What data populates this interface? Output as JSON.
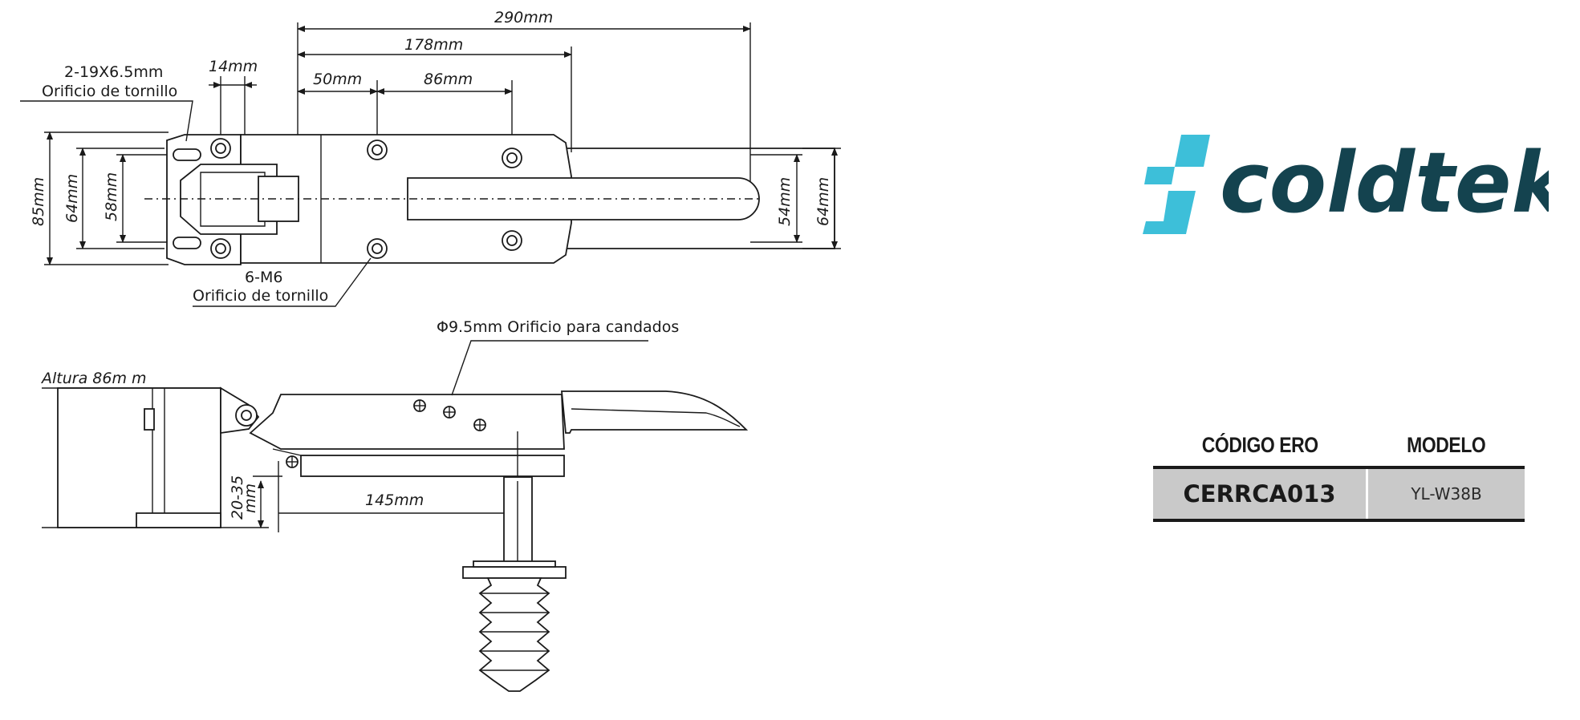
{
  "drawing": {
    "top_view": {
      "dimensions": {
        "d290": "290mm",
        "d178": "178mm",
        "d50": "50mm",
        "d86": "86mm",
        "d14": "14mm",
        "d85": "85mm",
        "d64_left": "64mm",
        "d58": "58mm",
        "d54": "54mm",
        "d64_right": "64mm"
      },
      "callout_slot": {
        "line1": "2-19X6.5mm",
        "line2": "Orificio de tornillo"
      },
      "callout_m6": {
        "line1": "6-M6",
        "line2": "Orificio de tornillo"
      }
    },
    "side_view": {
      "height_label": "Altura 86m m",
      "padlock_callout": "Φ9.5mm Orificio para candados",
      "d145": "145mm",
      "gap_line1": "20-35",
      "gap_line2": "mm"
    }
  },
  "brand": {
    "name": "coldtek",
    "colors": {
      "primary": "#14434f",
      "accent": "#3dbfd9"
    }
  },
  "spec_table": {
    "headers": {
      "code": "CÓDIGO ERO",
      "model": "MODELO"
    },
    "row": {
      "code": "CERRCA013",
      "model": "YL-W38B"
    }
  }
}
